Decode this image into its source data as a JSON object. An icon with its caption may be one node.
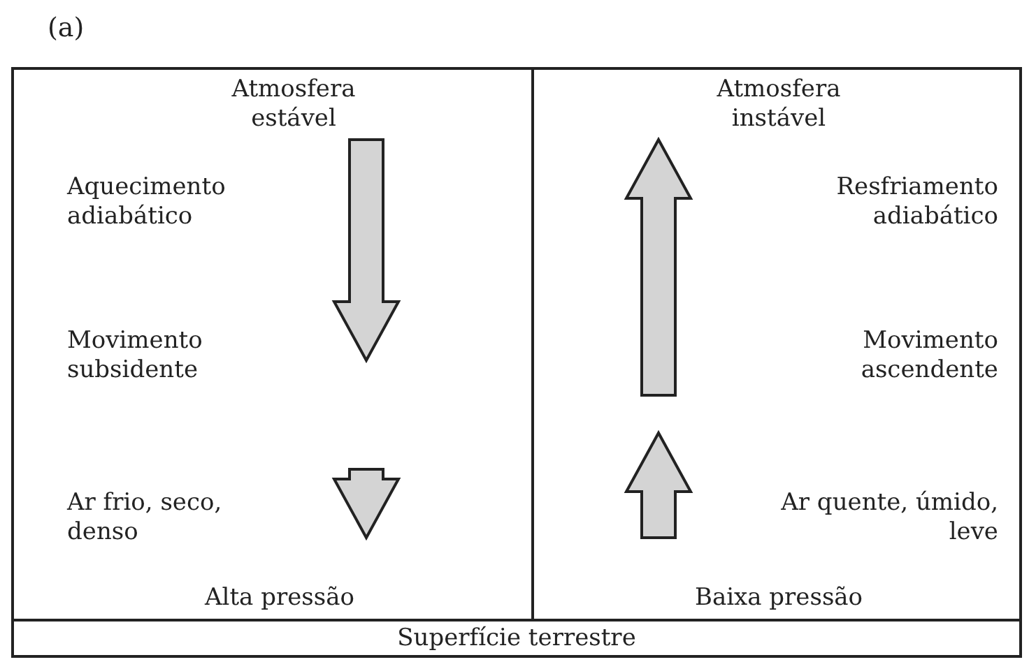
{
  "diagram": {
    "nodes": [
      {
        "text": [
          "Atmosfera estável",
          "Aquecimento adiabático",
          "Movimento subsidente",
          "Ar frio, seco, denso",
          "Alta pressão"
        ]
      },
      {
        "text": [
          "Atmosfera instável",
          "Resfriamento adiabático",
          "Movimento ascendente",
          "Ar quente, úmido, leve",
          "Baixa pressão"
        ]
      },
      {
        "text": [
          "Superfície terrestre"
        ]
      }
    ],
    "labels": [
      "(a)"
    ]
  }
}
